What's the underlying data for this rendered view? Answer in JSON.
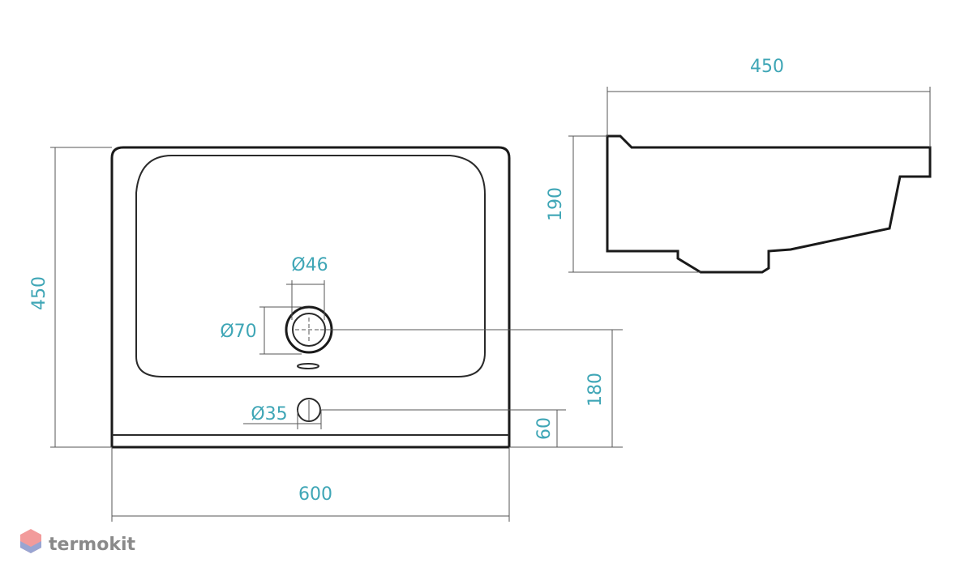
{
  "dimensions": {
    "top_view_height": "450",
    "top_view_width": "600",
    "tap_hole": "Ø46",
    "drain_hole": "Ø70",
    "overflow_hole": "Ø35",
    "drain_offset": "180",
    "overflow_offset": "60",
    "side_view_depth": "450",
    "side_view_height": "190"
  },
  "brand": {
    "name": "termokit",
    "colors": {
      "top": "#f08a8a",
      "bottom": "#8fa6d8"
    }
  },
  "colors": {
    "dimension_text": "#3fa6b6",
    "outline": "#1a1a1a"
  }
}
